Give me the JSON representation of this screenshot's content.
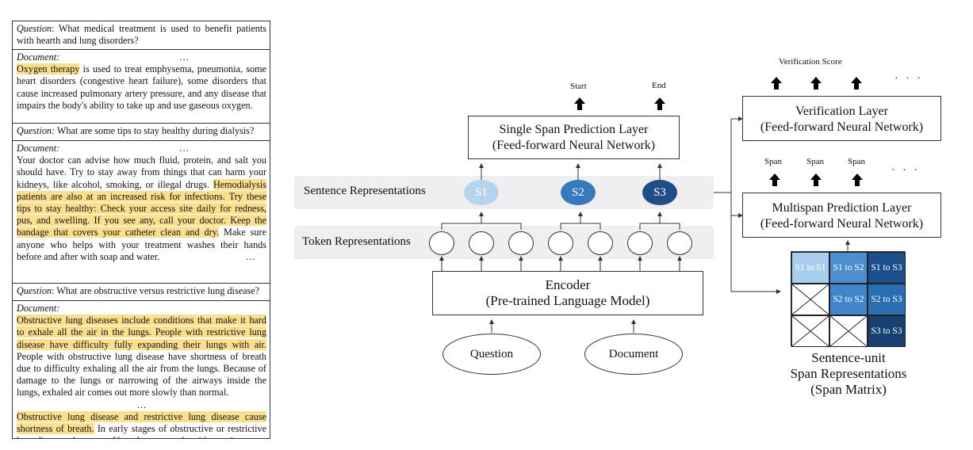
{
  "qa": [
    {
      "question_label": "Question",
      "question_text": ": What medical treatment is used to benefit patients with hearth and lung disorders?",
      "doc_label": "Document:",
      "doc_ellipsis": "…",
      "doc_highlight": "Oxygen therapy",
      "doc_rest": " is used to treat emphysema, pneumonia, some heart disorders (congestive heart failure), some disorders that cause increased pulmonary artery pressure, and any disease that impairs the body's ability to take up and use gaseous oxygen."
    },
    {
      "question_label": "Question:",
      "question_text": " What are some tips to stay healthy during dialysis?",
      "doc_label": "Document:",
      "doc_ellipsis": "…",
      "doc_pre": "Your doctor can advise how much fluid, protein, and salt you should have. Try to stay away from things that can harm your kidneys, like alcohol, smoking, or illegal drugs. ",
      "doc_highlight": "Hemodialysis patients are also at an increased risk for infections. Try these tips to stay healthy: Check your access site daily for redness, pus, and swelling. If you see any, call your doctor. Keep the bandage that covers your catheter clean and dry.",
      "doc_rest": " Make sure anyone who helps with your treatment washes their hands before and after with soap and water.",
      "doc_end_ellipsis": "…"
    },
    {
      "question_label": "Question",
      "question_text": ": What are obstructive versus restrictive lung disease?",
      "doc_label": "Document:",
      "doc_highlight_1": " Obstructive lung diseases include conditions that make it hard to exhale all the air in the lungs. People with restrictive lung disease have difficulty fully expanding their lungs with air.",
      "doc_rest_1": " People with obstructive lung disease have shortness of breath due to difficulty exhaling all the air from the lungs. Because of damage to the lungs or narrowing of the airways inside the lungs, exhaled air comes out more slowly than normal.",
      "doc_mid_ellipsis": "…",
      "doc_highlight_2": "Obstructive lung disease and restrictive lung disease cause shortness of breath.",
      "doc_rest_2": " In early stages of obstructive or restrictive lung disease, shortness of breath occurs only with exertion",
      "doc_end_ellipsis": "…"
    }
  ],
  "diagram": {
    "inputs": {
      "question": "Question",
      "document": "Document"
    },
    "encoder": {
      "line1": "Encoder",
      "line2": "(Pre-trained Language Model)"
    },
    "token_band_label": "Token Representations",
    "sentence_band_label": "Sentence Representations",
    "sentence_nodes": [
      {
        "label": "S1",
        "color": "#b7d4ee"
      },
      {
        "label": "S2",
        "color": "#3679bd"
      },
      {
        "label": "S3",
        "color": "#1f4e86"
      }
    ],
    "single_span": {
      "line1": "Single Span Prediction Layer",
      "line2": "(Feed-forward Neural Network)"
    },
    "start_label": "Start",
    "end_label": "End",
    "verification": {
      "line1": "Verification Layer",
      "line2": "(Feed-forward Neural Network)",
      "score_label": "Verification  Score",
      "dots": "· · ·"
    },
    "multispan": {
      "line1": "Multispan Prediction Layer",
      "line2": "(Feed-forward Neural Network)",
      "span_labels": [
        "Span",
        "Span",
        "Span"
      ],
      "dots": "· · ·"
    },
    "span_matrix": {
      "cells": [
        [
          "S1 to S1",
          "S1 to S2",
          "S1 to S3"
        ],
        [
          "",
          "S2 to S2",
          "S2 to S3"
        ],
        [
          "",
          "",
          "S3 to S3"
        ]
      ],
      "colors": {
        "s1s1": "#a9cdec",
        "s1s2": "#4b8fd0",
        "s1s3": "#1a4f8c",
        "s2s2": "#3f86cc",
        "s2s3": "#2a6db2",
        "s3s3": "#15406f"
      },
      "caption_line1": "Sentence-unit",
      "caption_line2": "Span Representations",
      "caption_line3": "(Span Matrix)"
    }
  }
}
